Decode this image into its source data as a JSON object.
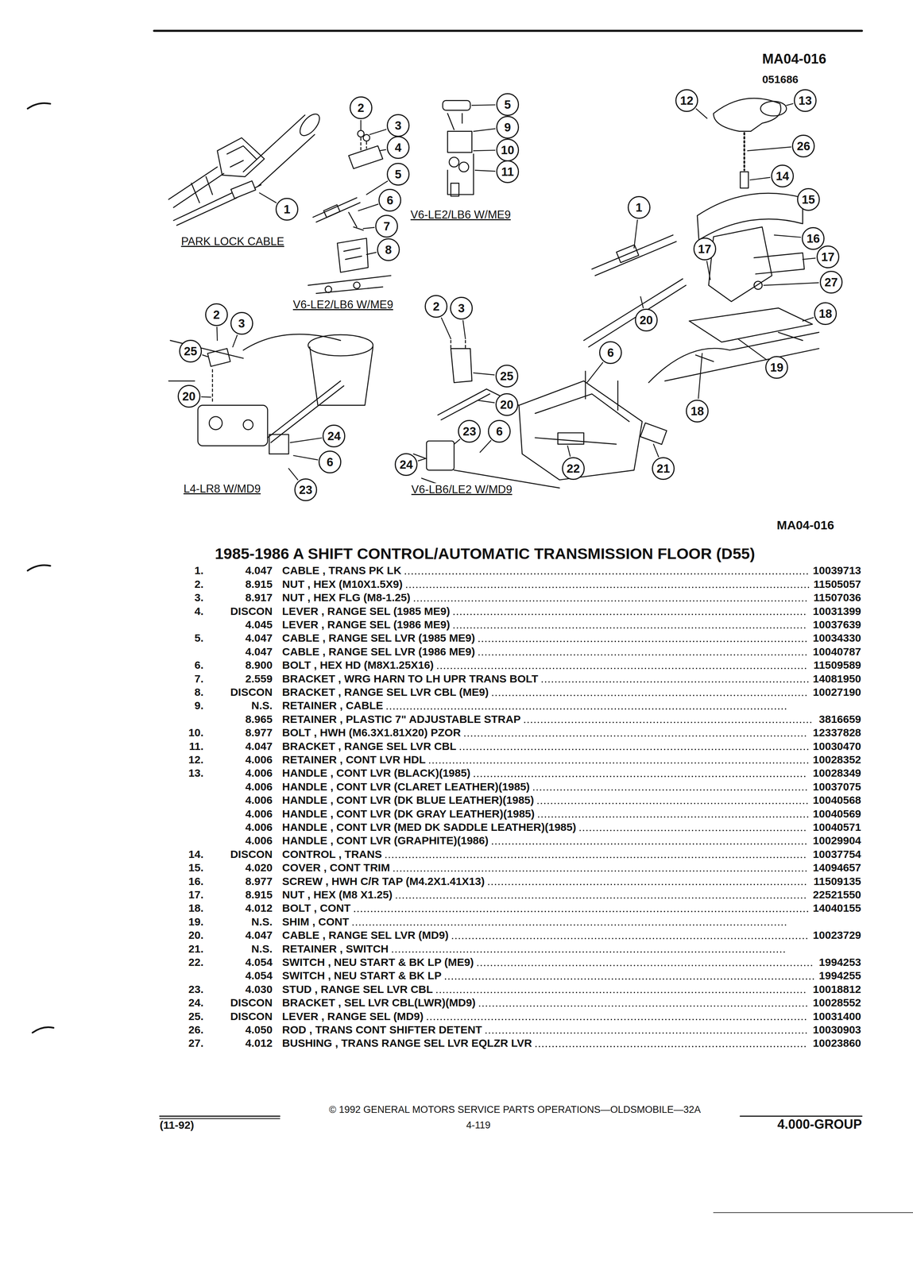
{
  "diagram": {
    "title": "1985-1986 A SHIFT CONTROL/AUTOMATIC TRANSMISSION FLOOR (D55)",
    "labels": [
      "MA04-016",
      "051686",
      "2",
      "3",
      "4",
      "5",
      "6",
      "7",
      "8",
      "5",
      "9",
      "10",
      "11",
      "12",
      "13",
      "26",
      "14",
      "15",
      "16",
      "17",
      "17",
      "27",
      "1",
      "18",
      "19",
      "20",
      "6",
      "18",
      "21",
      "22",
      "1",
      "2",
      "3",
      "25",
      "20",
      "24",
      "6",
      "23",
      "2",
      "3",
      "25",
      "20",
      "23",
      "6",
      "24",
      "PARK LOCK CABLE",
      "V6-LE2/LB6 W/ME9",
      "V6-LE2/LB6 W/ME9",
      "L4-LR8 W/MD9",
      "V6-LB6/LE2 W/MD9",
      "MA04-016",
      "1.",
      "4.047",
      "CABLE , TRANS PK LK",
      "10039713",
      "2.",
      "8.915",
      "NUT , HEX (M10X1.5X9)",
      "11505057",
      "3.",
      "8.917",
      "NUT , HEX FLG (M8-1.25)",
      "11507036",
      "4.",
      "DISCON",
      "LEVER , RANGE SEL (1985 ME9)",
      "10031399",
      "4.045",
      "LEVER , RANGE SEL (1986 ME9)",
      "10037639",
      "5.",
      "4.047",
      "CABLE , RANGE SEL LVR (1985 ME9)",
      "10034330",
      "4.047",
      "CABLE , RANGE SEL LVR (1986 ME9)",
      "10040787",
      "6.",
      "8.900",
      "BOLT , HEX HD (M8X1.25X16)",
      "11509589",
      "7.",
      "2.559",
      "BRACKET , WRG HARN TO LH UPR TRANS BOLT",
      "14081950",
      "8.",
      "DISCON",
      "BRACKET , RANGE SEL LVR CBL (ME9)",
      "10027190",
      "9.",
      "N.S.",
      "RETAINER , CABLE",
      "8.965",
      "RETAINER , PLASTIC 7\" ADJUSTABLE STRAP",
      "3816659",
      "10.",
      "8.977",
      "BOLT , HWH (M6.3X1.81X20) PZOR",
      "12337828",
      "11.",
      "4.047",
      "BRACKET , RANGE SEL LVR CBL",
      "10030470",
      "12.",
      "4.006",
      "RETAINER , CONT LVR HDL",
      "10028352",
      "13.",
      "4.006",
      "HANDLE , CONT LVR (BLACK)(1985)",
      "10028349",
      "4.006",
      "HANDLE , CONT LVR (CLARET LEATHER)(1985)",
      "10037075",
      "4.006",
      "HANDLE , CONT LVR (DK BLUE LEATHER)(1985)",
      "10040568",
      "4.006",
      "HANDLE , CONT LVR (DK GRAY LEATHER)(1985)",
      "10040569",
      "4.006",
      "HANDLE , CONT LVR (MED DK SADDLE LEATHER)(1985)",
      "10040571",
      "4.006",
      "HANDLE , CONT LVR (GRAPHITE)(1986)",
      "10029904",
      "14.",
      "DISCON",
      "CONTROL , TRANS",
      "10037754",
      "15.",
      "4.020",
      "COVER , CONT TRIM",
      "14094657",
      "16.",
      "8.977",
      "SCREW , HWH C/R TAP (M4.2X1.41X13)",
      "11509135",
      "17.",
      "8.915",
      "NUT , HEX (M8 X1.25)",
      "22521550",
      "18.",
      "4.012",
      "BOLT , CONT",
      "14040155",
      "19.",
      "N.S.",
      "SHIM , CONT",
      "20.",
      "4.047",
      "CABLE , RANGE SEL LVR (MD9)",
      "10023729",
      "21.",
      "N.S.",
      "RETAINER , SWITCH",
      "22.",
      "4.054",
      "SWITCH , NEU START & BK LP (ME9)",
      "1994253",
      "4.054",
      "SWITCH , NEU START & BK LP",
      "1994255",
      "23.",
      "4.030",
      "STUD , RANGE SEL LVR CBL",
      "10018812",
      "24.",
      "DISCON",
      "BRACKET , SEL LVR CBL(LWR)(MD9)",
      "10028552",
      "25.",
      "DISCON",
      "LEVER , RANGE SEL (MD9)",
      "10031400",
      "26.",
      "4.050",
      "ROD , TRANS CONT SHIFTER DETENT",
      "10030903",
      "27.",
      "4.012",
      "BUSHING , TRANS RANGE SEL LVR EQLZR LVR",
      "10023860",
      "© 1992 GENERAL MOTORS SERVICE PARTS OPERATIONS—OLDSMOBILE—32A",
      "(11-92)",
      "4-119",
      "4.000-GROUP"
    ]
  }
}
